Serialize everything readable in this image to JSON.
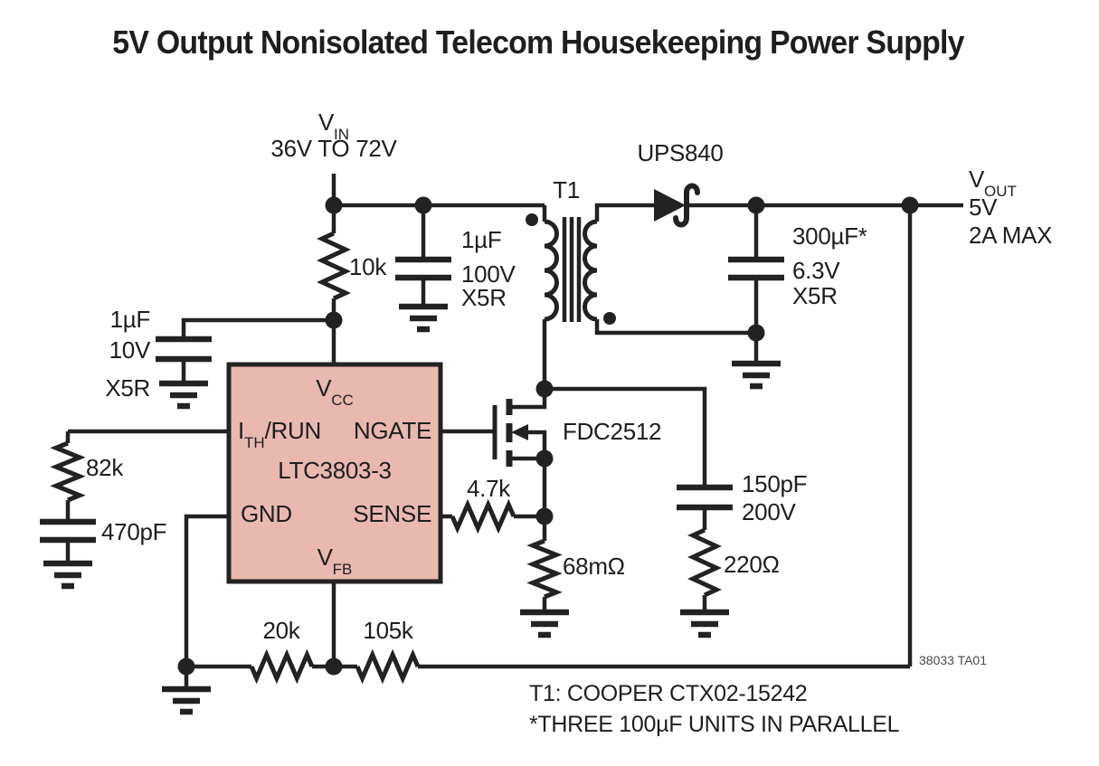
{
  "title": "5V Output Nonisolated Telecom Housekeeping Power Supply",
  "colors": {
    "line": "#222222",
    "ic_fill": "#e9b8af"
  },
  "input": {
    "net": {
      "main": "V",
      "sub": "IN"
    },
    "range": "36V TO 72V"
  },
  "output": {
    "net": {
      "main": "V",
      "sub": "OUT"
    },
    "voltage": "5V",
    "current": "2A MAX"
  },
  "ic": {
    "part": "LTC3803-3",
    "pins": {
      "vcc": {
        "main": "V",
        "sub": "CC"
      },
      "ith_run": {
        "main": "I",
        "sub": "TH",
        "post": "/RUN"
      },
      "ngate": "NGATE",
      "gnd": "GND",
      "sense": "SENSE",
      "vfb": {
        "main": "V",
        "sub": "FB"
      }
    }
  },
  "transformer": {
    "designator": "T1"
  },
  "diode": {
    "part": "UPS840"
  },
  "mosfet": {
    "part": "FDC2512"
  },
  "components": {
    "r_vcc": "10k",
    "c_bulk": [
      "1µF",
      "100V",
      "X5R"
    ],
    "c_vcc": [
      "1µF",
      "10V",
      "X5R"
    ],
    "r_ith": "82k",
    "c_ith": "470pF",
    "r_gate": "4.7k",
    "r_sense": "68mΩ",
    "c_snubber": [
      "150pF",
      "200V"
    ],
    "r_snubber": "220Ω",
    "c_out": [
      "300µF*",
      "6.3V",
      "X5R"
    ],
    "r_fb_lower": "20k",
    "r_fb_upper": "105k"
  },
  "notes": [
    "T1: COOPER CTX02-15242",
    "*THREE 100µF UNITS IN PARALLEL"
  ],
  "figure_id": "38033 TA01"
}
